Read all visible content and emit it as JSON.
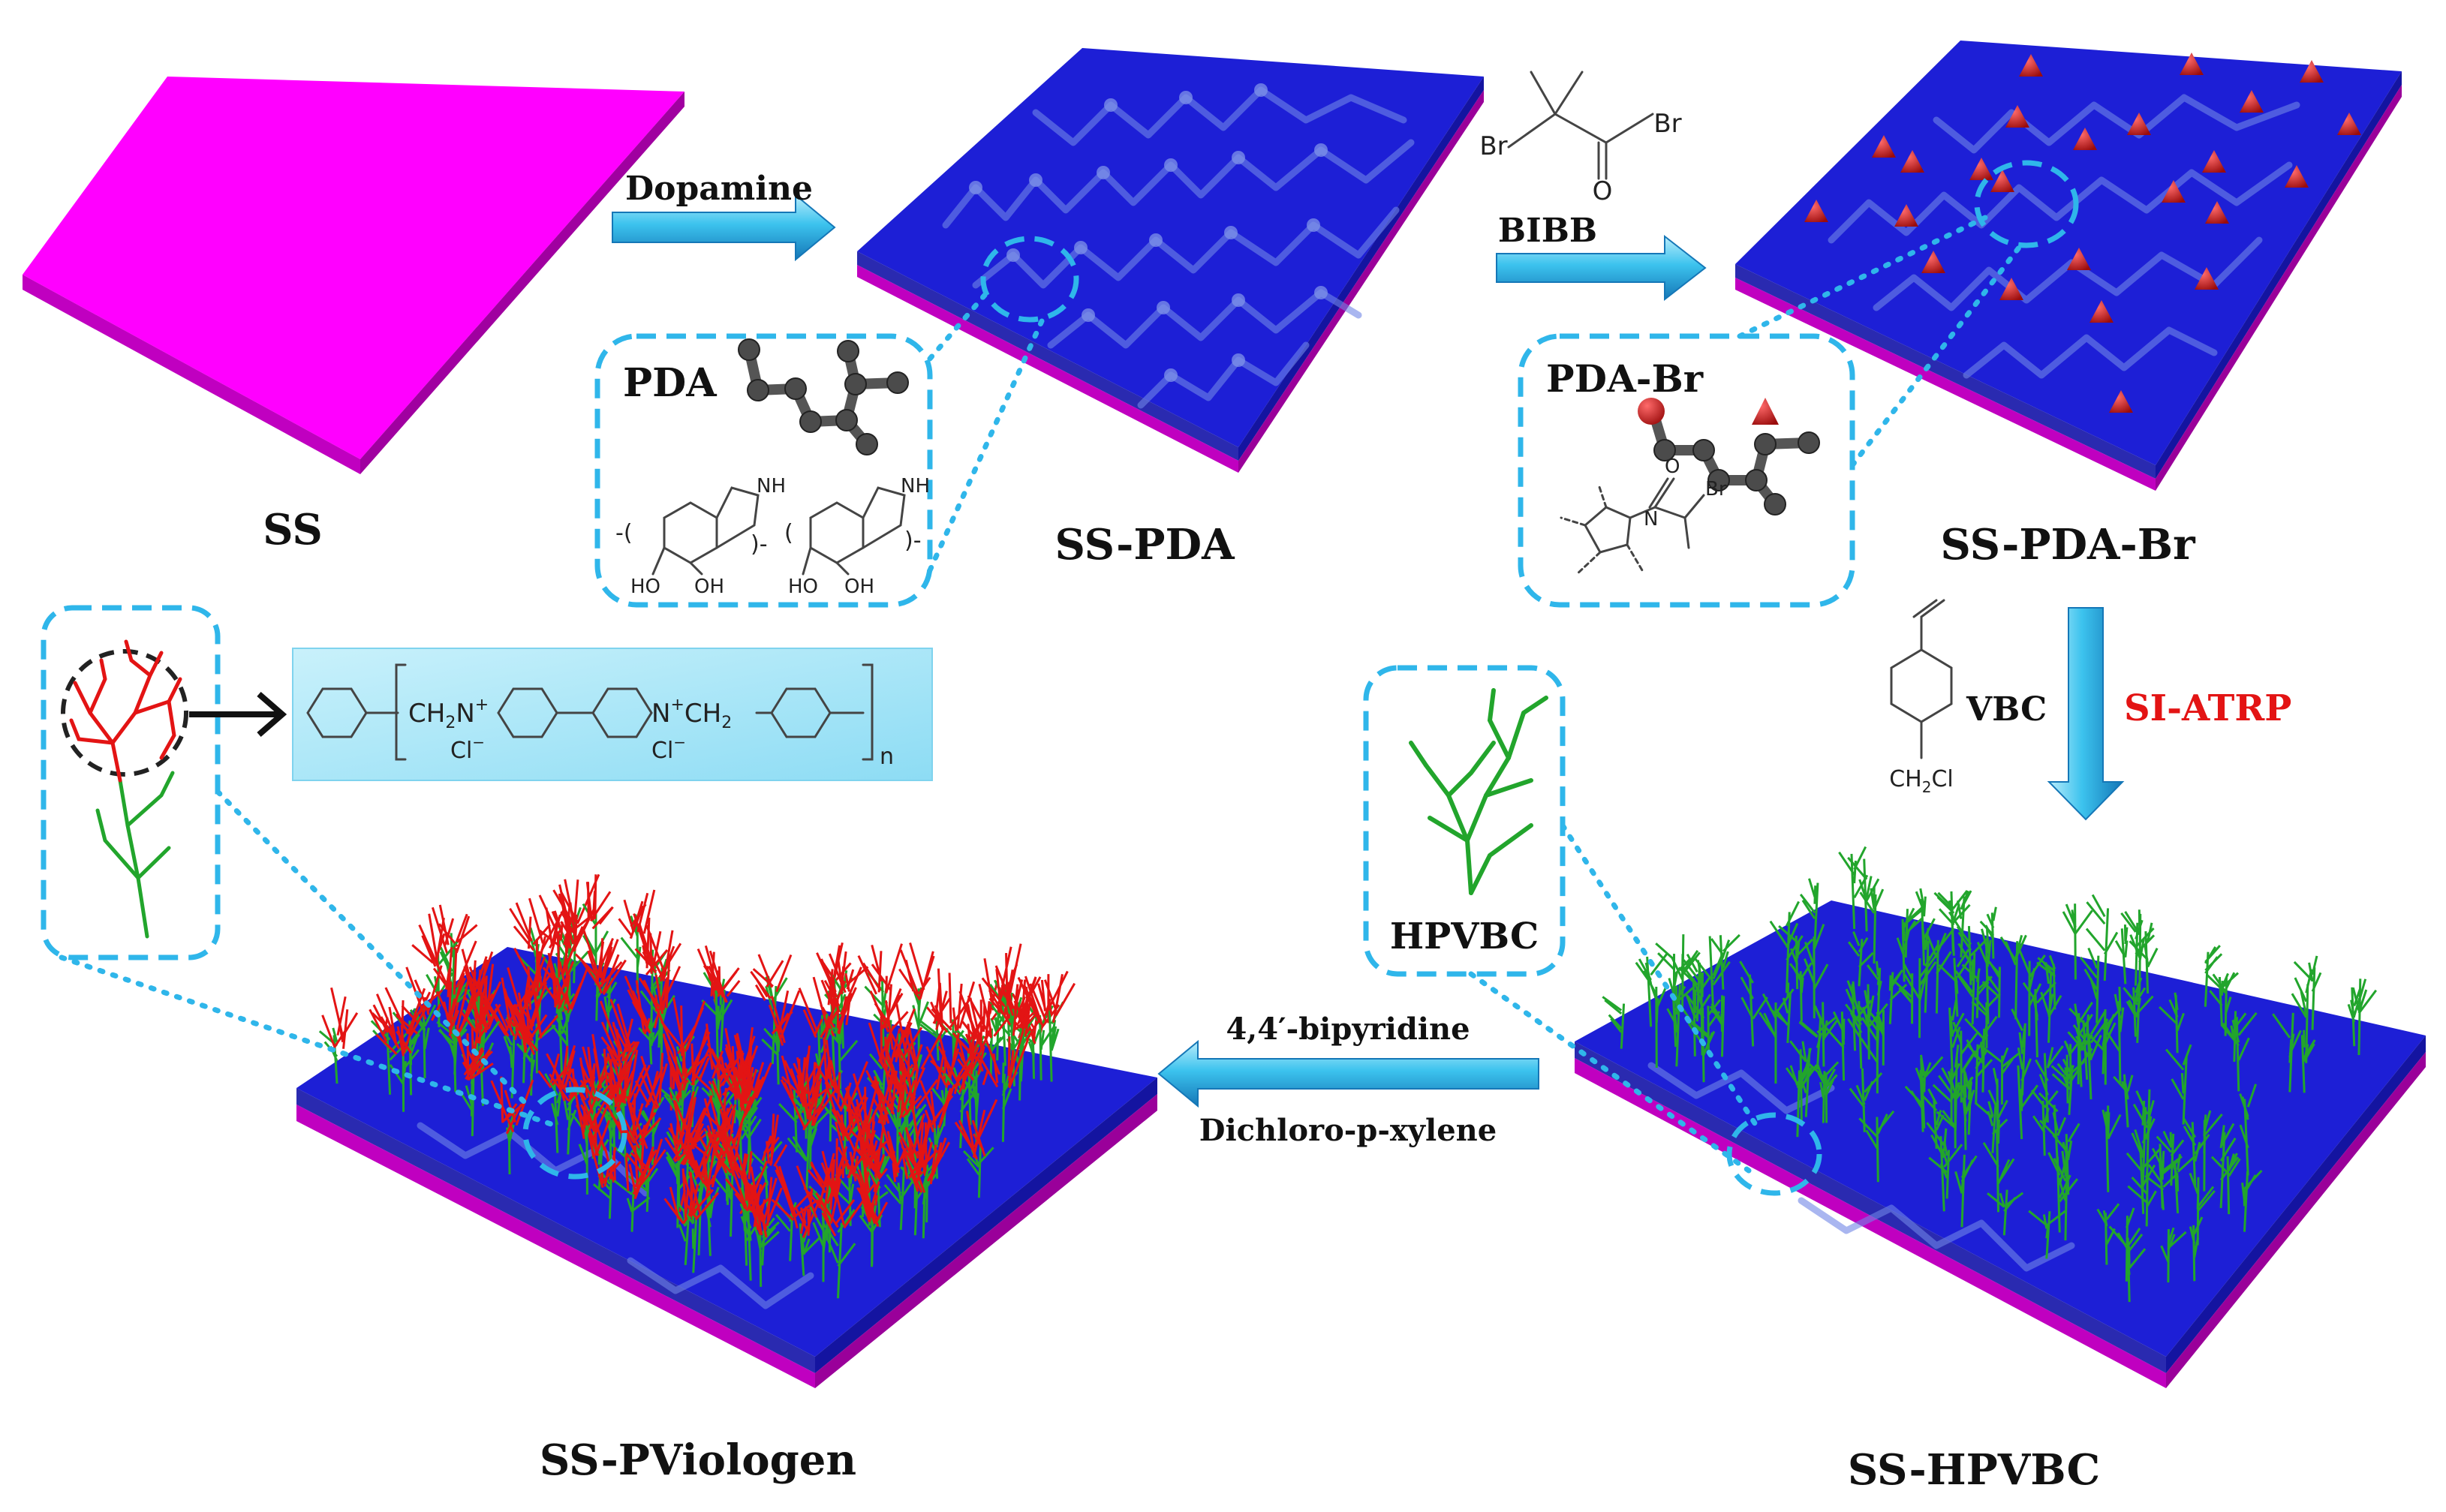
{
  "samples": {
    "ss": "SS",
    "ss_pda": "SS-PDA",
    "ss_pda_br": "SS-PDA-Br",
    "ss_hpvbc": "SS-HPVBC",
    "ss_pviologen": "SS-PViologen"
  },
  "steps": {
    "dopamine": "Dopamine",
    "bibb": "BIBB",
    "vbc": "VBC",
    "si_atrp": "SI-ATRP",
    "bipyridine": "4,4′-bipyridine",
    "dichloro": "Dichloro-p-xylene"
  },
  "insets": {
    "pda": "PDA",
    "pda_br": "PDA-Br",
    "hpvbc": "HPVBC"
  },
  "chem": {
    "br": "Br",
    "o": "O",
    "nh": "NH",
    "ho": "HO",
    "oh": "OH",
    "n": "N",
    "ch2": "CH",
    "sub2": "2",
    "cl": "Cl",
    "plus": "+",
    "minus": "−",
    "sub_n": "n"
  },
  "colors": {
    "substrate": "#ff00ff",
    "pda_layer": "#1d1fd6",
    "arrow": "#29b8ea",
    "initiator": "#c81e1e",
    "hpvbc_chain": "#22a52c",
    "viologen_chain": "#e31414",
    "si_atrp": "#e31414",
    "zoom": "#2fb6ea",
    "formula_box": "#a8e6f8"
  }
}
